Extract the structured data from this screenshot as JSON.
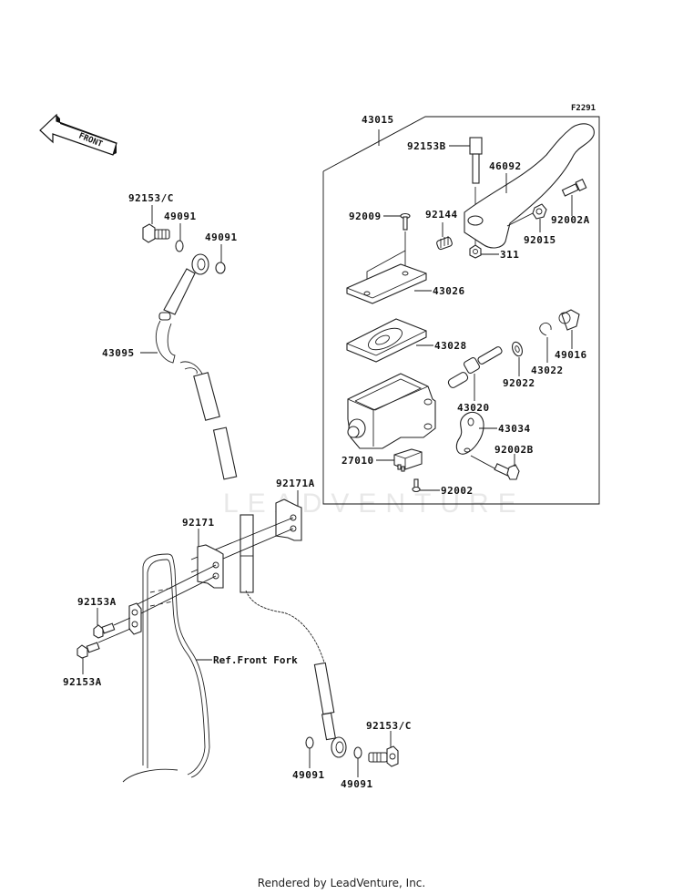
{
  "diagram": {
    "figure_code": "F2291",
    "front_arrow_text": "FRONT",
    "watermark": "LEADVENTURE",
    "footer": "Rendered by LeadVenture, Inc.",
    "assembly_label": "43015",
    "reference_label": "Ref.Front Fork",
    "callouts": [
      {
        "id": "92153B",
        "text": "92153B"
      },
      {
        "id": "46092",
        "text": "46092"
      },
      {
        "id": "92002A",
        "text": "92002A"
      },
      {
        "id": "92009",
        "text": "92009"
      },
      {
        "id": "92144",
        "text": "92144"
      },
      {
        "id": "92015",
        "text": "92015"
      },
      {
        "id": "311",
        "text": "311"
      },
      {
        "id": "43026",
        "text": "43026"
      },
      {
        "id": "43028",
        "text": "43028"
      },
      {
        "id": "49016",
        "text": "49016"
      },
      {
        "id": "43022",
        "text": "43022"
      },
      {
        "id": "92022",
        "text": "92022"
      },
      {
        "id": "43020",
        "text": "43020"
      },
      {
        "id": "43034",
        "text": "43034"
      },
      {
        "id": "92002B",
        "text": "92002B"
      },
      {
        "id": "27010",
        "text": "27010"
      },
      {
        "id": "92002",
        "text": "92002"
      },
      {
        "id": "92153C-top",
        "text": "92153/C"
      },
      {
        "id": "49091-top-a",
        "text": "49091"
      },
      {
        "id": "49091-top-b",
        "text": "49091"
      },
      {
        "id": "43095",
        "text": "43095"
      },
      {
        "id": "92171A",
        "text": "92171A"
      },
      {
        "id": "92171",
        "text": "92171"
      },
      {
        "id": "92153A-a",
        "text": "92153A"
      },
      {
        "id": "92153A-b",
        "text": "92153A"
      },
      {
        "id": "92153C-bottom",
        "text": "92153/C"
      },
      {
        "id": "49091-bottom-a",
        "text": "49091"
      },
      {
        "id": "49091-bottom-b",
        "text": "49091"
      }
    ]
  }
}
